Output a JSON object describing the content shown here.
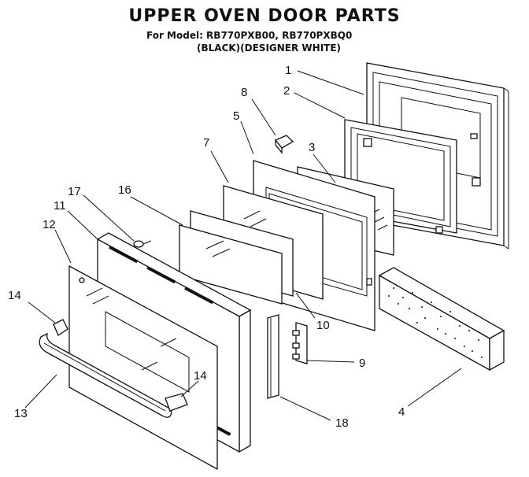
{
  "diagram": {
    "title": "UPPER OVEN DOOR PARTS",
    "model_line": "For Model: RB770PXB00, RB770PXBQ0",
    "color_line": "(BLACK)(DESIGNER WHITE)"
  },
  "callouts": [
    {
      "id": "c1",
      "label": "1"
    },
    {
      "id": "c2",
      "label": "2"
    },
    {
      "id": "c3",
      "label": "3"
    },
    {
      "id": "c4",
      "label": "4"
    },
    {
      "id": "c5",
      "label": "5"
    },
    {
      "id": "c7",
      "label": "7"
    },
    {
      "id": "c8",
      "label": "8"
    },
    {
      "id": "c9",
      "label": "9"
    },
    {
      "id": "c10",
      "label": "10"
    },
    {
      "id": "c11",
      "label": "11"
    },
    {
      "id": "c12",
      "label": "12"
    },
    {
      "id": "c13",
      "label": "13"
    },
    {
      "id": "c14a",
      "label": "14"
    },
    {
      "id": "c14b",
      "label": "14"
    },
    {
      "id": "c16",
      "label": "16"
    },
    {
      "id": "c17",
      "label": "17"
    },
    {
      "id": "c18",
      "label": "18"
    }
  ]
}
